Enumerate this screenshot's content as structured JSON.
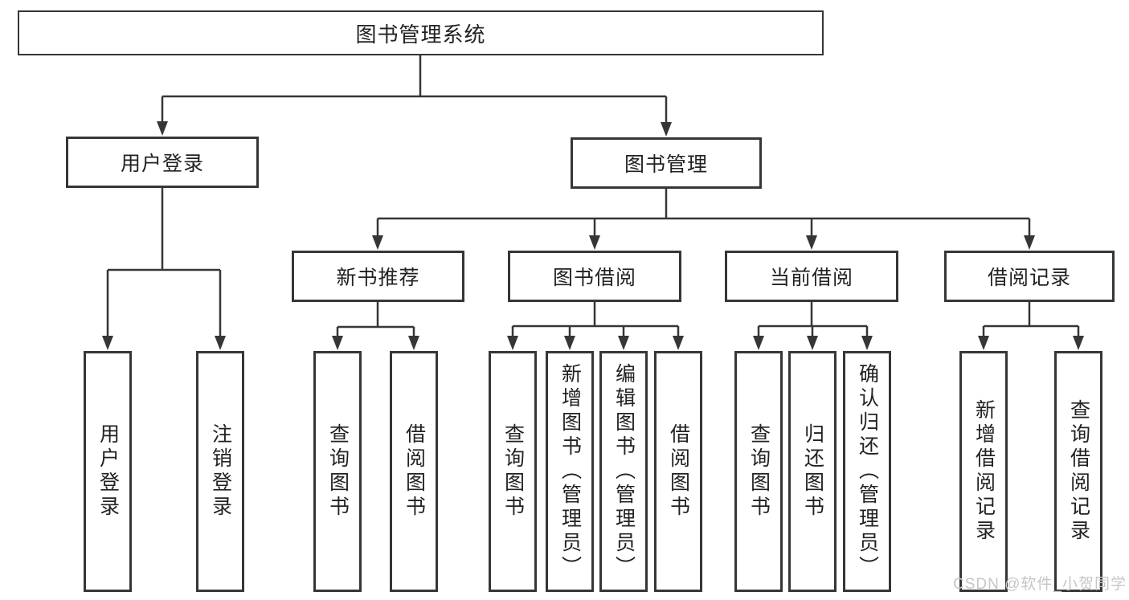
{
  "diagram": {
    "root_label": "图书管理系统",
    "user_login_branch": {
      "label": "用户登录",
      "children": [
        "用户登录",
        "注销登录"
      ]
    },
    "book_management_branch": {
      "label": "图书管理",
      "groups": [
        {
          "label": "新书推荐",
          "children": [
            "查询图书",
            "借阅图书"
          ]
        },
        {
          "label": "图书借阅",
          "children": [
            "查询图书",
            "新增图书（管理员）",
            "编辑图书（管理员）",
            "借阅图书"
          ]
        },
        {
          "label": "当前借阅",
          "children": [
            "查询图书",
            "归还图书",
            "确认归还（管理员）"
          ]
        },
        {
          "label": "借阅记录",
          "children": [
            "新增借阅记录",
            "查询借阅记录"
          ]
        }
      ]
    }
  },
  "watermark": {
    "text": "CSDN @软件_小贺同学"
  },
  "colors": {
    "line": "#363636",
    "box_border": "#363636",
    "text": "#222222",
    "watermark": "#c6c6c6",
    "background": "#ffffff"
  }
}
